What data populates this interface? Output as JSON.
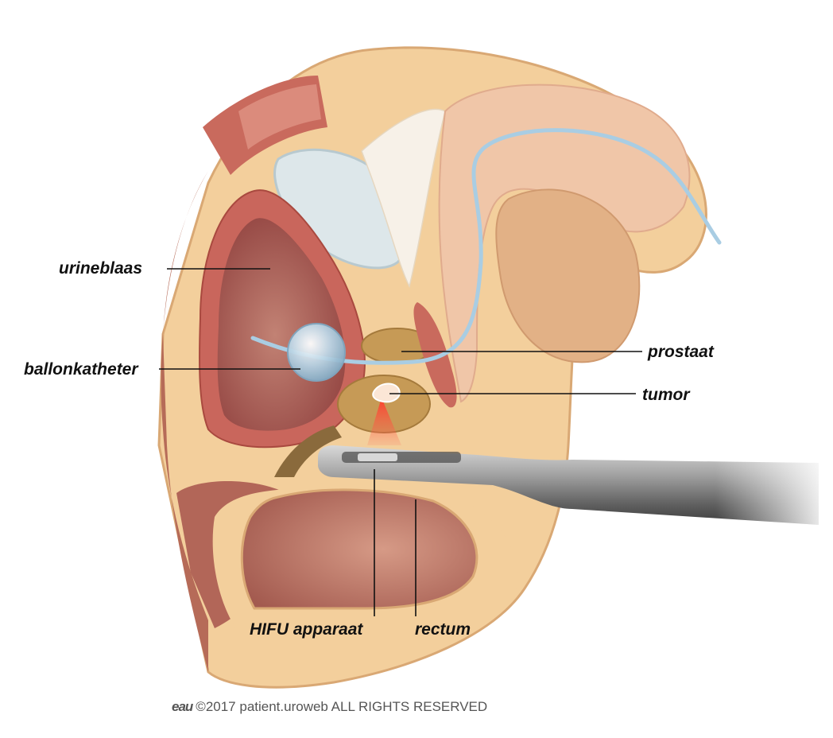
{
  "labels": {
    "bladder": "urineblaas",
    "balloon_catheter": "ballonkatheter",
    "prostate": "prostaat",
    "tumor": "tumor",
    "hifu_device": "HIFU apparaat",
    "rectum": "rectum"
  },
  "footer": {
    "logo": "eau",
    "copyright": "©2017 patient.uroweb ALL RIGHTS RESERVED"
  },
  "colors": {
    "skin": "#f3cf9c",
    "skin_outline": "#d9a874",
    "bladder_wall": "#c9665c",
    "bladder_inner": "#9c4e4b",
    "prostate": "#c69a56",
    "pubic_bone": "#dde7ea",
    "catheter": "#a9cde3",
    "hifu_beam": "#e8352b",
    "probe": "#8c8c8c",
    "penis": "#f0c6a8"
  }
}
